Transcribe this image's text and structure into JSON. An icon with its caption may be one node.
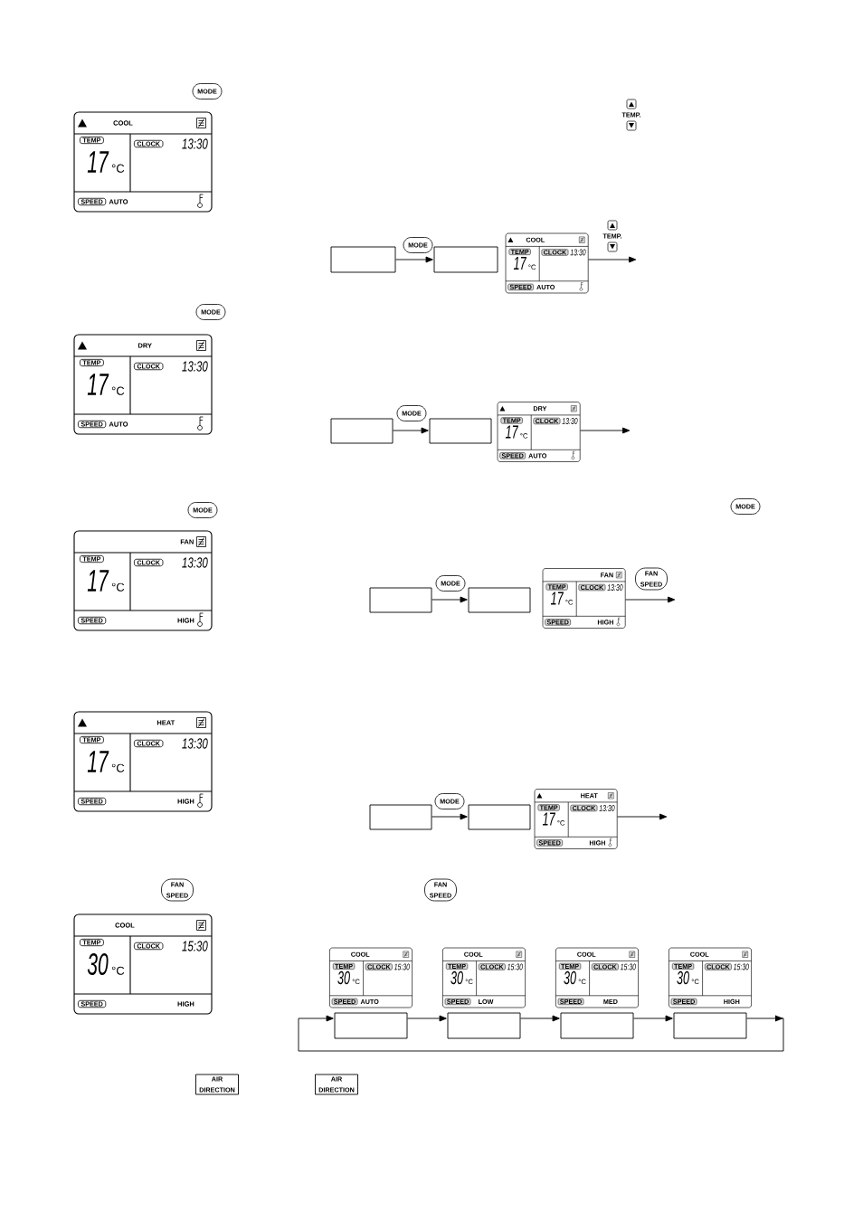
{
  "diagram": {
    "nodes": [
      {
        "text": [
          "MODE"
        ]
      },
      {
        "text": [
          "COOL",
          "TEMP",
          "17",
          "°C",
          "CLOCK",
          "13:30",
          "SPEED",
          "AUTO"
        ]
      },
      {
        "text": [],
        "shape": "box"
      },
      {
        "text": [],
        "shape": "box"
      },
      {
        "text": [
          "COOL",
          "TEMP",
          "17",
          "°C",
          "CLOCK",
          "13:30",
          "SPEED",
          "AUTO"
        ]
      },
      {
        "text": [
          "MODE"
        ]
      },
      {
        "text": [
          "DRY",
          "TEMP",
          "17",
          "°C",
          "CLOCK",
          "13:30",
          "SPEED",
          "AUTO"
        ]
      },
      {
        "text": [],
        "shape": "box"
      },
      {
        "text": [],
        "shape": "box"
      },
      {
        "text": [
          "DRY",
          "TEMP",
          "17",
          "°C",
          "CLOCK",
          "13:30",
          "SPEED",
          "AUTO"
        ]
      },
      {
        "text": [
          "MODE"
        ]
      },
      {
        "text": [
          "MODE"
        ]
      },
      {
        "text": [
          "FAN",
          "TEMP",
          "17",
          "°C",
          "CLOCK",
          "13:30",
          "SPEED",
          "HIGH"
        ]
      },
      {
        "text": [],
        "shape": "box"
      },
      {
        "text": [],
        "shape": "box"
      },
      {
        "text": [
          "FAN",
          "TEMP",
          "17",
          "°C",
          "CLOCK",
          "13:30",
          "SPEED",
          "HIGH"
        ]
      },
      {
        "text": [
          "HEAT",
          "TEMP",
          "17",
          "°C",
          "CLOCK",
          "13:30",
          "SPEED",
          "HIGH"
        ]
      },
      {
        "text": [],
        "shape": "box"
      },
      {
        "text": [],
        "shape": "box"
      },
      {
        "text": [
          "HEAT",
          "TEMP",
          "17",
          "°C",
          "CLOCK",
          "13:30",
          "SPEED",
          "HIGH"
        ]
      },
      {
        "text": [
          "FAN SPEED"
        ]
      },
      {
        "text": [
          "FAN SPEED"
        ]
      },
      {
        "text": [
          "COOL",
          "TEMP",
          "30",
          "°C",
          "CLOCK",
          "15:30",
          "SPEED",
          "HIGH"
        ]
      },
      {
        "text": [
          "COOL",
          "TEMP",
          "30",
          "°C",
          "CLOCK",
          "15:30",
          "SPEED",
          "AUTO"
        ]
      },
      {
        "text": [
          "COOL",
          "TEMP",
          "30",
          "°C",
          "CLOCK",
          "15:30",
          "SPEED",
          "LOW"
        ]
      },
      {
        "text": [
          "COOL",
          "TEMP",
          "30",
          "°C",
          "CLOCK",
          "15:30",
          "SPEED",
          "MED"
        ]
      },
      {
        "text": [
          "COOL",
          "TEMP",
          "30",
          "°C",
          "CLOCK",
          "15:30",
          "SPEED",
          "HIGH"
        ]
      },
      {
        "text": [],
        "shape": "box"
      },
      {
        "text": [],
        "shape": "box"
      },
      {
        "text": [],
        "shape": "box"
      },
      {
        "text": [],
        "shape": "box"
      },
      {
        "text": [
          "AIR DIRECTION"
        ]
      },
      {
        "text": [
          "AIR DIRECTION"
        ]
      }
    ],
    "edges": [
      {
        "from": 2,
        "to": 3,
        "arrow": "to",
        "label": "MODE"
      },
      {
        "from": 4,
        "to": null,
        "arrow": "to",
        "label": "TEMP."
      },
      {
        "from": 7,
        "to": 8,
        "arrow": "to",
        "label": "MODE"
      },
      {
        "from": 9,
        "to": null,
        "arrow": "to"
      },
      {
        "from": 13,
        "to": 14,
        "arrow": "to",
        "label": "MODE"
      },
      {
        "from": 15,
        "to": null,
        "arrow": "to",
        "label": "FAN SPEED"
      },
      {
        "from": 17,
        "to": 18,
        "arrow": "to",
        "label": "MODE"
      },
      {
        "from": 19,
        "to": null,
        "arrow": "to"
      },
      {
        "from": 27,
        "to": 28,
        "arrow": "to"
      },
      {
        "from": 28,
        "to": 29,
        "arrow": "to"
      },
      {
        "from": 29,
        "to": 30,
        "arrow": "to"
      },
      {
        "from": 30,
        "to": 27,
        "arrow": "to"
      }
    ],
    "labels": [
      "TEMP."
    ]
  }
}
